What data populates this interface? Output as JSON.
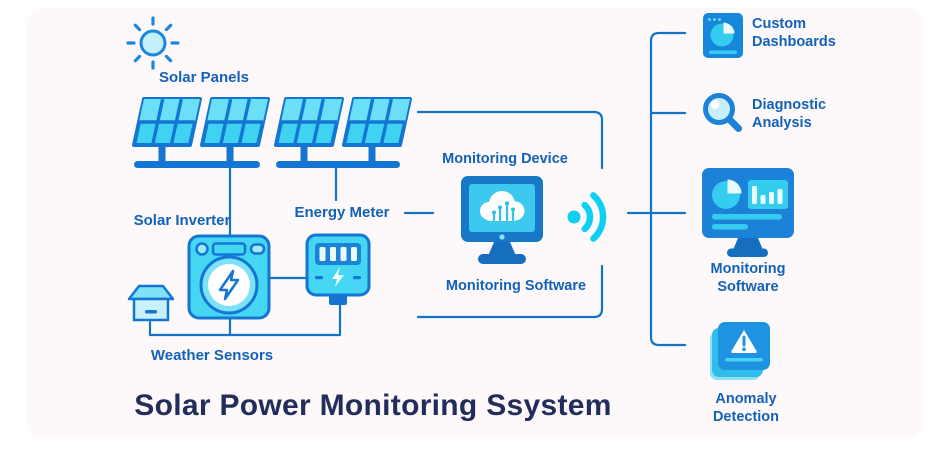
{
  "palette": {
    "page_background": "#FFFFFF",
    "panel_background": "#FDF9FA",
    "wire_blue": "#1273C8",
    "label_blue": "#1361B8",
    "title_navy": "#232D5B",
    "device_cyan": "#45D6F3",
    "device_blue": "#1C82D8",
    "monitor_blue": "#1778C8",
    "accent_cyan": "#35CDEF",
    "wifi_cyan": "#0FD0F2",
    "outline_blue": "#1476D2"
  },
  "title": "Solar Power Monitoring Ssystem",
  "labels": {
    "solar_panels": "Solar Panels",
    "solar_inverter": "Solar Inverter",
    "energy_meter": "Energy Meter",
    "weather_sensors": "Weather Sensors",
    "monitoring_device": "Monitoring Device",
    "monitoring_software": "Monitoring Software"
  },
  "outputs": [
    {
      "line1": "Custom",
      "line2": "Dashboards",
      "icon": "dashboard-icon"
    },
    {
      "line1": "Diagnostic",
      "line2": "Analysis",
      "icon": "magnifier-icon"
    },
    {
      "line1": "Monitoring",
      "line2": "Software",
      "icon": "monitor-chart-icon"
    },
    {
      "line1": "Anomaly",
      "line2": "Detection",
      "icon": "warning-stack-icon"
    }
  ]
}
